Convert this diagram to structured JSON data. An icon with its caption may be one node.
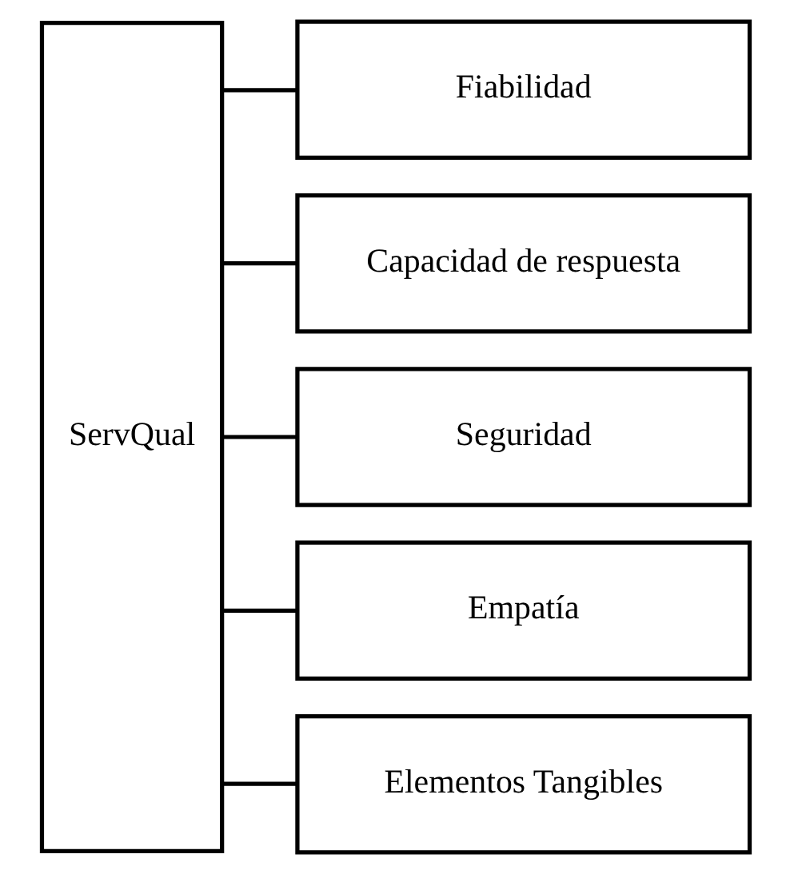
{
  "diagram": {
    "nodes": [
      {
        "text": [
          "ServQual"
        ]
      },
      {
        "text": [
          "Fiabilidad"
        ]
      },
      {
        "text": [
          "Capacidad de respuesta"
        ]
      },
      {
        "text": [
          "Seguridad"
        ]
      },
      {
        "text": [
          "Empatía"
        ]
      },
      {
        "text": [
          "Elementos Tangibles"
        ]
      }
    ],
    "edges": [
      {
        "from": 0,
        "to": 1,
        "arrow": "none"
      },
      {
        "from": 0,
        "to": 2,
        "arrow": "none"
      },
      {
        "from": 0,
        "to": 3,
        "arrow": "none"
      },
      {
        "from": 0,
        "to": 4,
        "arrow": "none"
      },
      {
        "from": 0,
        "to": 5,
        "arrow": "none"
      }
    ]
  }
}
